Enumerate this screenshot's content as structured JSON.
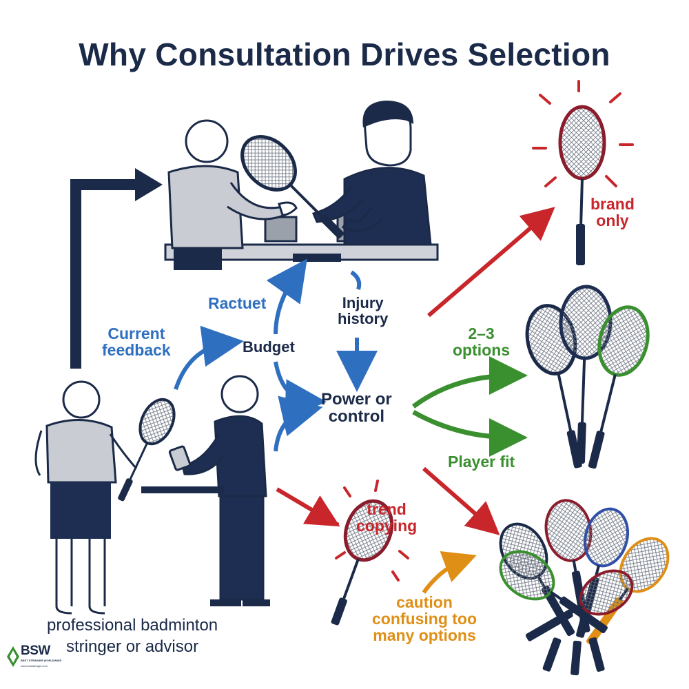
{
  "title": "Why Consultation Drives Selection",
  "labels": {
    "racquet": "Ractuet",
    "current_feedback_1": "Current",
    "current_feedback_2": "feedback",
    "budget": "Budget",
    "injury_1": "Injury",
    "injury_2": "history",
    "power_1": "Power or",
    "power_2": "control",
    "options_1": "2–3",
    "options_2": "options",
    "player_fit": "Player fit",
    "brand_1": "brand",
    "brand_2": "only",
    "trend_1": "trend",
    "trend_2": "copying",
    "caution_1": "caution",
    "caution_2": "confusing too",
    "caution_3": "many options",
    "advisor_1": "professional badminton",
    "advisor_2": "stringer or advisor"
  },
  "logo": {
    "text": "BSW",
    "subtitle": "BEST STRINGER WORLDWIDE",
    "url": "www.beststringer.com"
  },
  "colors": {
    "navy": "#1b2a48",
    "blue": "#2f6fc0",
    "red": "#c8262b",
    "green": "#3a8f2f",
    "orange": "#e08f16",
    "shirt_grey": "#c9ccd2"
  }
}
